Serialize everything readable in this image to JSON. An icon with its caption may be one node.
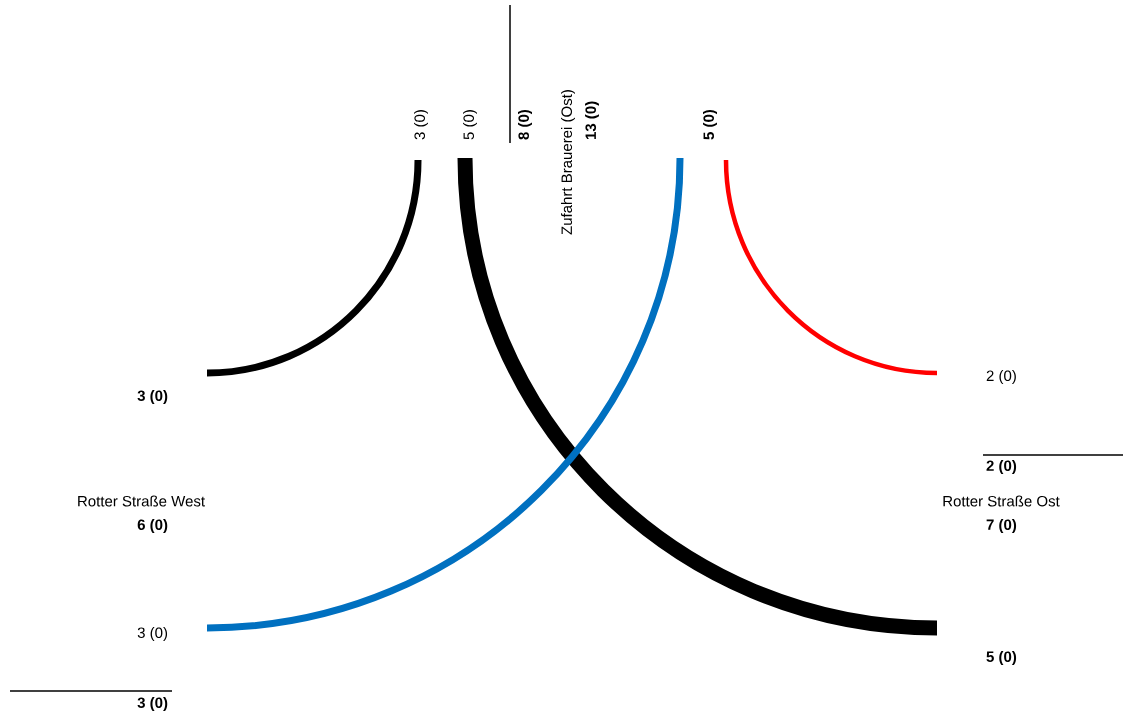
{
  "diagram": {
    "nodes": [
      {
        "text": [
          "3 (0)"
        ]
      },
      {
        "text": [
          "5 (0)"
        ]
      },
      {
        "text": [
          "5 (0)"
        ]
      },
      {
        "text": [
          "3 (0)"
        ]
      },
      {
        "text": [
          "2 (0)"
        ]
      },
      {
        "text": [
          "3 (0)"
        ]
      },
      {
        "text": [
          "5 (0)"
        ]
      }
    ],
    "edges": [
      {
        "from": 0,
        "to": 3,
        "arrow": "none"
      },
      {
        "from": 1,
        "to": 6,
        "arrow": "none",
        "style": "thick"
      },
      {
        "from": 5,
        "to": 2,
        "arrow": "none",
        "color": "#0070c0"
      },
      {
        "from": 2,
        "to": 4,
        "arrow": "none",
        "color": "#ff0000"
      }
    ],
    "labels": [
      "8 (0)",
      "Zufahrt Brauerei (Ost)",
      "13 (0)",
      "2 (0)",
      "Rotter Straße West",
      "6 (0)",
      "Rotter Straße Ost",
      "7 (0)",
      "3 (0)"
    ]
  }
}
